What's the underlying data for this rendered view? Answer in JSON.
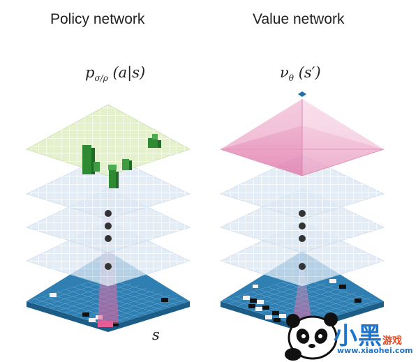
{
  "titles": {
    "policy": "Policy network",
    "value": "Value network"
  },
  "formulas": {
    "policy_symbol": "p",
    "policy_sub": "σ/ρ",
    "policy_args": "(a|s)",
    "value_symbol": "ν",
    "value_sub": "θ",
    "value_args": "(s′)"
  },
  "state_label": "s",
  "watermark": {
    "brand": "小黑",
    "chinese": "游戏",
    "url": "www.xiaohei.com"
  },
  "colors": {
    "policy_top": "#e4f1cc",
    "hidden_layer": "#dfe9f3",
    "board": "#2f7fb3",
    "value_top": "#e89bbd",
    "beam": "#e06fa0",
    "stone_black": "#111111",
    "stone_white": "#f4f4f4",
    "bar_green": "#2f8a34",
    "brand_blue": "#1d74c8"
  },
  "icons": {
    "dots": "ellipsis-vertical-icon",
    "panda": "panda-mascot-icon",
    "output": "value-output-node-icon"
  }
}
